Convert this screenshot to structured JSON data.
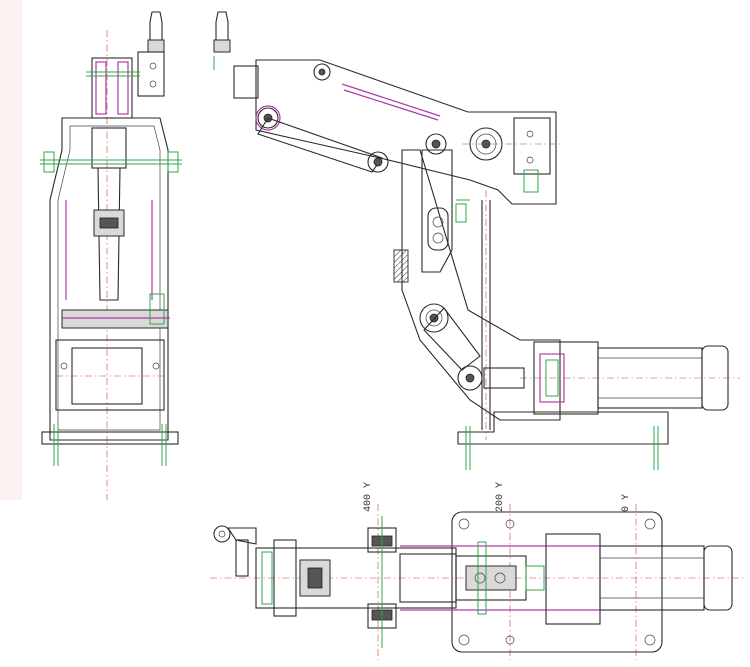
{
  "drawing": {
    "views": [
      "side-view-left",
      "front-view",
      "top-view"
    ],
    "dimension_labels": {
      "y400": "400 Y",
      "y200": "200 Y",
      "y0": "0 Y"
    },
    "colors": {
      "outline": "#2a2a2a",
      "centerline": "#d23a3a",
      "magenta": "#b03aa8",
      "green": "#2fa84a",
      "background": "#ffffff"
    }
  }
}
